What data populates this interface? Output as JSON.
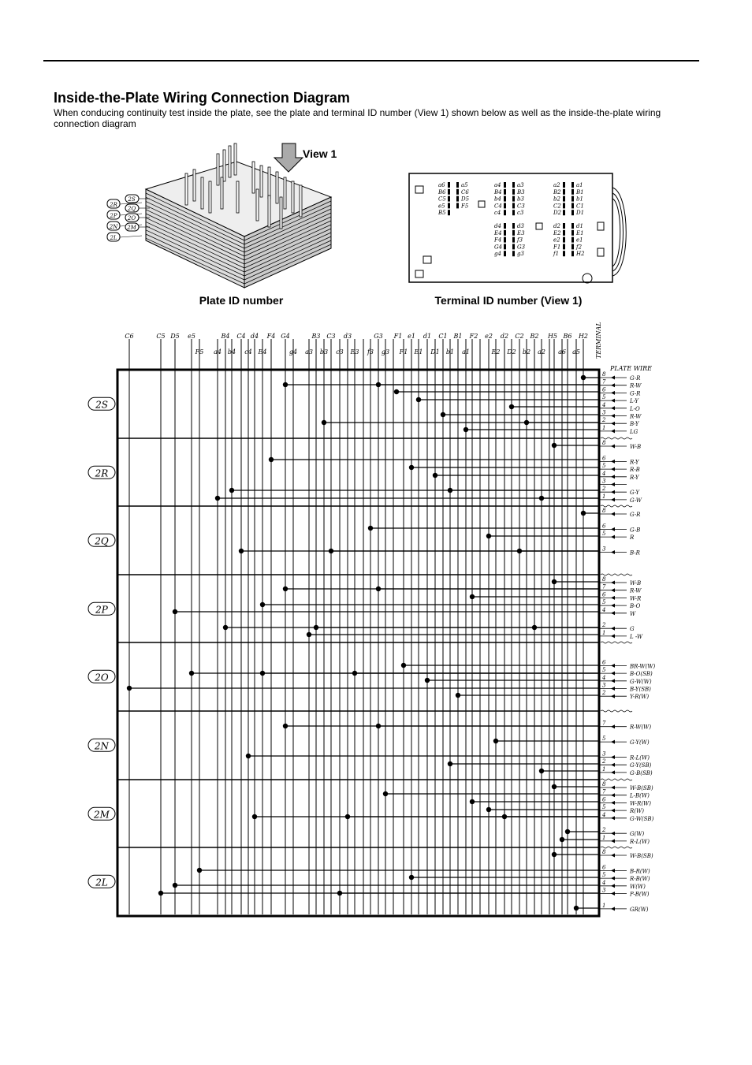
{
  "header": {
    "title": "Inside-the-Plate Wiring Connection Diagram",
    "description": "When conducing continuity test inside the plate, see the plate and terminal ID number (View 1) shown below as well as the inside-the-plate wiring connection diagram"
  },
  "figure_left": {
    "view_label": "View 1",
    "plate_tags": [
      "2S",
      "2R",
      "2Q",
      "2P",
      "2N",
      "2M",
      "2L",
      "2O"
    ],
    "caption": "Plate ID number"
  },
  "figure_right": {
    "caption": "Terminal ID number (View 1)",
    "groups": [
      [
        "a6",
        "a5",
        "B6",
        "C6",
        "C5",
        "D5",
        "e5",
        "F5",
        "B5"
      ],
      [
        "a4",
        "a3",
        "B4",
        "B3",
        "b4",
        "b3",
        "C4",
        "C3",
        "c4",
        "c3",
        "d4",
        "d3",
        "E4",
        "E3",
        "F4",
        "f3",
        "G4",
        "G3",
        "g4",
        "g3"
      ],
      [
        "a2",
        "a1",
        "B2",
        "B1",
        "b2",
        "b1",
        "C2",
        "C1",
        "D2",
        "D1",
        "d2",
        "d1",
        "E2",
        "E1",
        "e2",
        "e1",
        "F1",
        "f2",
        "f1",
        "H2"
      ]
    ]
  },
  "diagram": {
    "top_labels": [
      "C6",
      "C5",
      "D5",
      "e5",
      "B4",
      "C4",
      "d4",
      "F4",
      "G4",
      "B3",
      "C3",
      "d3",
      "G3",
      "F1",
      "e1",
      "d1",
      "C1",
      "B1",
      "F2",
      "e2",
      "d2",
      "C2",
      "B2",
      "H5",
      "B6",
      "H2"
    ],
    "bottom_labels": [
      "F5",
      "a4",
      "b4",
      "c4",
      "E4",
      "g4",
      "a3",
      "b3",
      "c3",
      "E3",
      "f3",
      "g3",
      "F1",
      "E1",
      "D1",
      "b1",
      "a1",
      "E2",
      "D2",
      "b2",
      "a2",
      "a6",
      "a5"
    ],
    "terminal_header": "TERMINAL",
    "plate_wire_header": "PLATE WIRE",
    "plates": [
      {
        "id": "2S",
        "rows": [
          [
            "8",
            "G-R"
          ],
          [
            "7",
            "R-W"
          ],
          [
            "6",
            "G-R"
          ],
          [
            "5",
            "L-Y"
          ],
          [
            "4",
            "L-O"
          ],
          [
            "3",
            "R-W"
          ],
          [
            "2",
            "B-Y"
          ],
          [
            "1",
            "LG"
          ]
        ]
      },
      {
        "id": "2R",
        "rows": [
          [
            "8",
            "W-B"
          ],
          [
            "6",
            "R-Y"
          ],
          [
            "5",
            "R-B"
          ],
          [
            "4",
            "R-Y"
          ],
          [
            "3",
            ""
          ],
          [
            "2",
            "G-Y"
          ],
          [
            "1",
            "G-W"
          ]
        ]
      },
      {
        "id": "2Q",
        "rows": [
          [
            "8",
            "G-R"
          ],
          [
            "6",
            "G-B"
          ],
          [
            "5",
            "R"
          ],
          [
            "3",
            "B-R"
          ]
        ]
      },
      {
        "id": "2P",
        "rows": [
          [
            "8",
            "W-B"
          ],
          [
            "7",
            "R-W"
          ],
          [
            "6",
            "W-R"
          ],
          [
            "5",
            "B-O"
          ],
          [
            "4",
            "W"
          ],
          [
            "2",
            "G"
          ],
          [
            "1",
            "L -W"
          ]
        ]
      },
      {
        "id": "2O",
        "rows": [
          [
            "6",
            "BR-W(W)"
          ],
          [
            "5",
            "B-O(SB)"
          ],
          [
            "4",
            "G-W(W)"
          ],
          [
            "3",
            "B-Y(SB)"
          ],
          [
            "2",
            "Y-R(W)"
          ]
        ]
      },
      {
        "id": "2N",
        "rows": [
          [
            "7",
            "R-W(W)"
          ],
          [
            "5",
            "G-Y(W)"
          ],
          [
            "3",
            "R-L(W)"
          ],
          [
            "2",
            "G-Y(SB)"
          ],
          [
            "1",
            "G-B(SB)"
          ]
        ]
      },
      {
        "id": "2M",
        "rows": [
          [
            "8",
            "W-B(SB)"
          ],
          [
            "7",
            "L-B(W)"
          ],
          [
            "6",
            "W-R(W)"
          ],
          [
            "5",
            "R(W)"
          ],
          [
            "4",
            "G-W(SB)"
          ],
          [
            "2",
            "G(W)"
          ],
          [
            "1",
            "R-L(W)"
          ]
        ]
      },
      {
        "id": "2L",
        "rows": [
          [
            "8",
            "W-B(SB)"
          ],
          [
            "6",
            "B-R(W)"
          ],
          [
            "5",
            "R-B(W)"
          ],
          [
            "4",
            "W(W)"
          ],
          [
            "3",
            "P-B(W)"
          ],
          [
            "1",
            "GR(W)"
          ]
        ]
      }
    ]
  }
}
